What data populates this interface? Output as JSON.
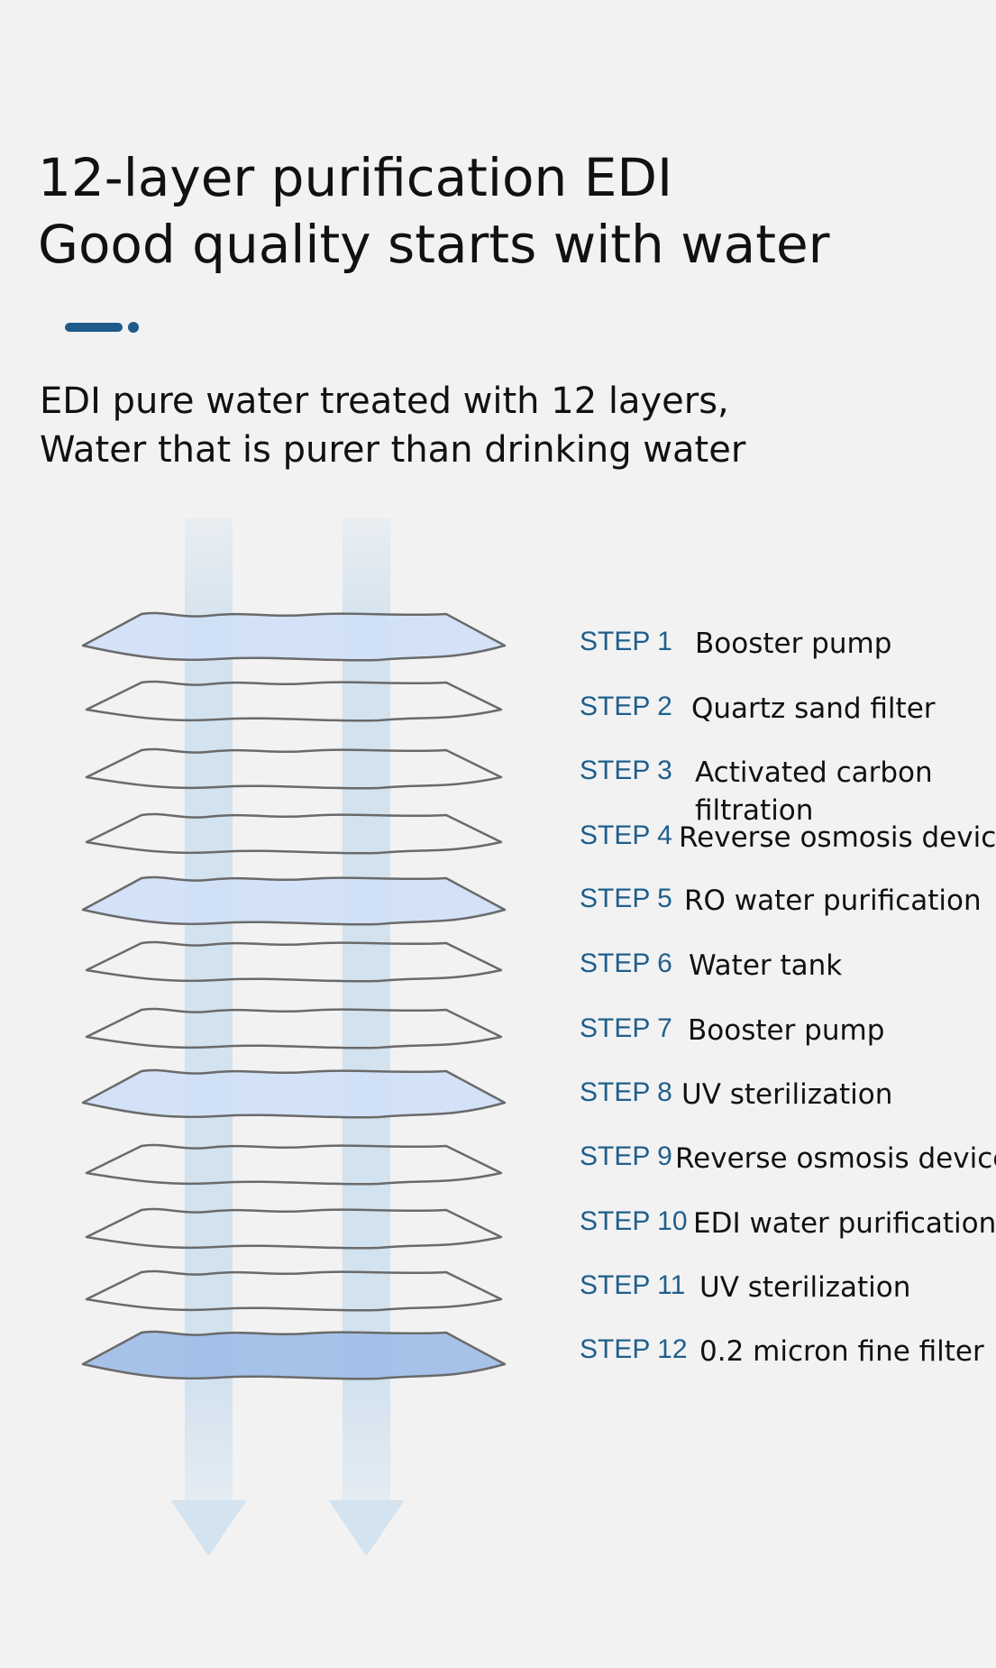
{
  "headline": {
    "line1": "12-layer purification EDI",
    "line2": "Good quality starts with water"
  },
  "subhead": {
    "line1": "EDI pure water treated with 12 layers,",
    "line2": "Water that is purer than drinking water"
  },
  "colors": {
    "accent": "#1e5a8a",
    "step_label": "#1f5f8c",
    "layer_light": "#cfe0f7",
    "layer_dark": "#9dbde8",
    "layer_outline": "#6a6a6a",
    "flow": "#c9dcea"
  },
  "steps": [
    {
      "no": "STEP 1",
      "name": "Booster pump",
      "fill": "light"
    },
    {
      "no": "STEP 2",
      "name": "Quartz sand filter",
      "fill": "none"
    },
    {
      "no": "STEP 3",
      "name": "Activated carbon filtration",
      "fill": "none"
    },
    {
      "no": "STEP 4",
      "name": "Reverse osmosis device",
      "fill": "none"
    },
    {
      "no": "STEP 5",
      "name": "RO water purification",
      "fill": "light"
    },
    {
      "no": "STEP 6",
      "name": "Water tank",
      "fill": "none"
    },
    {
      "no": "STEP 7",
      "name": "Booster pump",
      "fill": "none"
    },
    {
      "no": "STEP 8",
      "name": "UV sterilization",
      "fill": "light"
    },
    {
      "no": "STEP 9",
      "name": "Reverse osmosis device",
      "fill": "none"
    },
    {
      "no": "STEP 10",
      "name": "EDI water purification",
      "fill": "none"
    },
    {
      "no": "STEP 11",
      "name": "UV sterilization",
      "fill": "none"
    },
    {
      "no": "STEP 12",
      "name": "0.2 micron fine filter",
      "fill": "dark"
    }
  ]
}
